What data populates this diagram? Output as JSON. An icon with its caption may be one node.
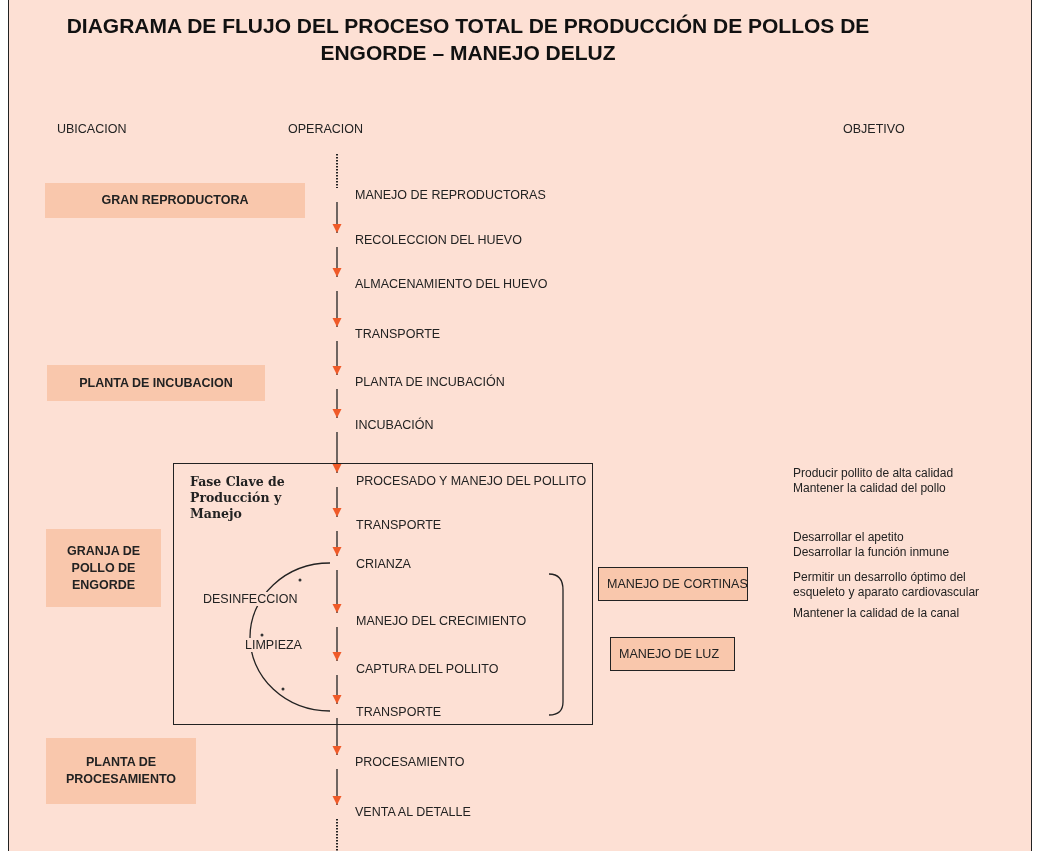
{
  "diagram": {
    "title": "DIAGRAMA DE FLUJO DEL PROCESO TOTAL DE PRODUCCIÓN DE POLLOS DE ENGORDE – MANEJO DELUZ",
    "nodes": [
      {
        "text": [
          "GRAN REPRODUCTORA"
        ]
      },
      {
        "text": [
          "MANEJO DE REPRODUCTORAS"
        ]
      },
      {
        "text": [
          "RECOLECCION DEL HUEVO"
        ]
      },
      {
        "text": [
          "ALMACENAMIENTO DEL HUEVO"
        ]
      },
      {
        "text": [
          "TRANSPORTE"
        ]
      },
      {
        "text": [
          "PLANTA DE INCUBACION"
        ]
      },
      {
        "text": [
          "PLANTA DE INCUBACIÓN"
        ]
      },
      {
        "text": [
          "INCUBACIÓN"
        ]
      },
      {
        "text": [
          "Fase Clave de Producción y Manejo"
        ]
      },
      {
        "text": [
          "PROCESADO Y MANEJO DEL POLLITO"
        ],
        "in": 8
      },
      {
        "text": [
          "TRANSPORTE"
        ],
        "in": 8
      },
      {
        "text": [
          "GRANJA DE POLLO DE ENGORDE"
        ]
      },
      {
        "text": [
          "CRIANZA"
        ],
        "in": 8
      },
      {
        "text": [
          "MANEJO DE CORTINAS"
        ]
      },
      {
        "text": [
          "MANEJO DEL CRECIMIENTO"
        ],
        "in": 8
      },
      {
        "text": [
          "MANEJO DE LUZ"
        ]
      },
      {
        "text": [
          "CAPTURA DEL POLLITO"
        ],
        "in": 8
      },
      {
        "text": [
          "TRANSPORTE"
        ],
        "in": 8
      },
      {
        "text": [
          "PLANTA DE PROCESAMIENTO"
        ]
      },
      {
        "text": [
          "PROCESAMIENTO"
        ]
      },
      {
        "text": [
          "VENTA AL DETALLE"
        ]
      }
    ],
    "edges": [
      {
        "from": null,
        "to": 1,
        "arrow": "none",
        "style": "dashed"
      },
      {
        "from": 1,
        "to": 2,
        "arrow": "to"
      },
      {
        "from": 2,
        "to": 3,
        "arrow": "to"
      },
      {
        "from": 3,
        "to": 4,
        "arrow": "to"
      },
      {
        "from": 4,
        "to": 6,
        "arrow": "to"
      },
      {
        "from": 6,
        "to": 7,
        "arrow": "to"
      },
      {
        "from": 7,
        "to": 9,
        "arrow": "to"
      },
      {
        "from": 9,
        "to": 10,
        "arrow": "to"
      },
      {
        "from": 10,
        "to": 12,
        "arrow": "to"
      },
      {
        "from": 12,
        "to": 14,
        "arrow": "to"
      },
      {
        "from": 14,
        "to": 16,
        "arrow": "to"
      },
      {
        "from": 16,
        "to": 17,
        "arrow": "to"
      },
      {
        "from": 17,
        "to": 19,
        "arrow": "to"
      },
      {
        "from": 19,
        "to": 20,
        "arrow": "to"
      },
      {
        "from": 20,
        "to": null,
        "arrow": "none",
        "style": "dashed"
      },
      {
        "from": 12,
        "to": 17,
        "arrow": "none"
      }
    ],
    "labels": [
      "UBICACION",
      "OPERACION",
      "OBJETIVO",
      "Producir pollito de alta calidad",
      "Mantener la calidad del pollo",
      "Desarrollar el apetito",
      "Desarrollar la función inmune",
      "DESINFECCION",
      "Permitir un desarrollo óptimo del esqueleto y aparato cardiovascular",
      "LIMPIEZA",
      "Mantener la calidad de la canal"
    ]
  }
}
